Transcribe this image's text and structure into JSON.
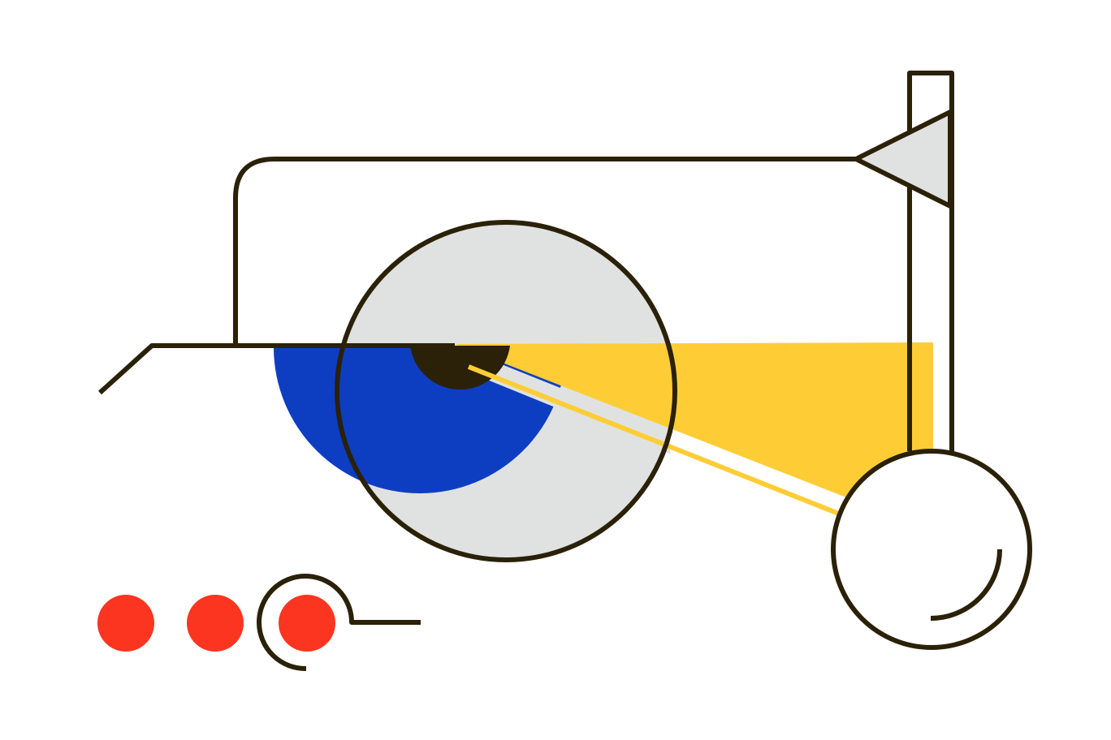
{
  "illustration": {
    "subject": "abstract-geometric-machine",
    "colors": {
      "background": "#ffffff",
      "outline": "#2a2108",
      "light_gray": "#e0e2e1",
      "blue": "#0d3ec2",
      "yellow": "#fecd36",
      "red": "#fc3520"
    },
    "dots": {
      "count": 3,
      "color_name": "red"
    }
  }
}
